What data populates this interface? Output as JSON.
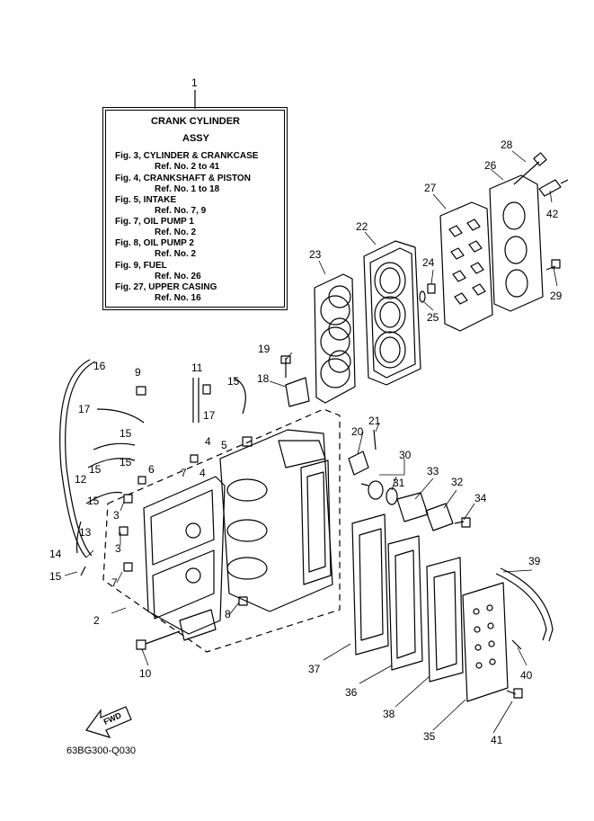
{
  "assy": {
    "ref": "1",
    "title": "CRANK CYLINDER",
    "subtitle": "ASSY",
    "lines": [
      "Fig. 3, CYLINDER & CRANKCASE",
      "Ref. No. 2 to 41",
      "Fig. 4, CRANKSHAFT & PISTON",
      "Ref. No. 1 to 18",
      "Fig. 5, INTAKE",
      "Ref. No. 7, 9",
      "Fig. 7, OIL PUMP 1",
      "Ref. No. 2",
      "Fig. 8, OIL PUMP 2",
      "Ref. No. 2",
      "Fig. 9, FUEL",
      "Ref. No. 26",
      "Fig. 27, UPPER CASING",
      "Ref. No. 16"
    ]
  },
  "fwd_label": "FWD",
  "diagram_code": "63BG300-Q030",
  "callouts": [
    "28",
    "26",
    "27",
    "42",
    "22",
    "23",
    "24",
    "25",
    "29",
    "19",
    "16",
    "9",
    "11",
    "15",
    "18",
    "17",
    "17",
    "4",
    "5",
    "21",
    "20",
    "30",
    "15",
    "15",
    "7",
    "4",
    "6",
    "12",
    "15",
    "31",
    "33",
    "32",
    "3",
    "34",
    "15",
    "13",
    "3",
    "14",
    "15",
    "7",
    "39",
    "8",
    "2",
    "37",
    "40",
    "10",
    "36",
    "38",
    "35",
    "41"
  ]
}
